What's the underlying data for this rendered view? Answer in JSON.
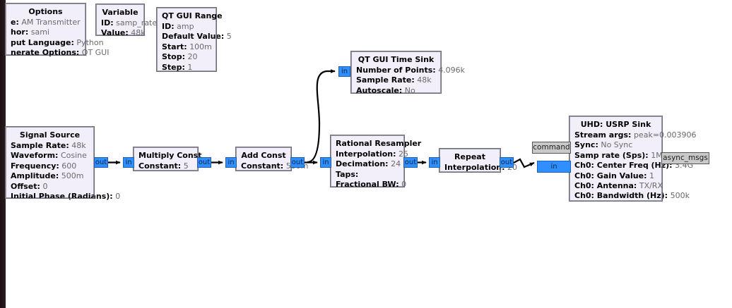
{
  "app": {
    "name": "GNU Radio Companion",
    "canvas_background": "#ffffff",
    "block_fill": "#f2effa",
    "port_color": "#2f8fff",
    "msg_port_color": "#c9c9c9",
    "value_text_color": "#6a6a6a"
  },
  "blocks": {
    "options": {
      "title": "Options",
      "params": [
        {
          "label": "e:",
          "value": "AM Transmitter"
        },
        {
          "label": "hor:",
          "value": "sami"
        },
        {
          "label": "put Language:",
          "value": "Python"
        },
        {
          "label": "nerate Options:",
          "value": "QT GUI"
        }
      ]
    },
    "variable": {
      "title": "Variable",
      "params": [
        {
          "label": "ID:",
          "value": "samp_rate"
        },
        {
          "label": "Value:",
          "value": "48k"
        }
      ]
    },
    "qt_gui_range": {
      "title": "QT GUI Range",
      "params": [
        {
          "label": "ID:",
          "value": "amp"
        },
        {
          "label": "Default Value:",
          "value": "5"
        },
        {
          "label": "Start:",
          "value": "100m"
        },
        {
          "label": "Stop:",
          "value": "20"
        },
        {
          "label": "Step:",
          "value": "1"
        }
      ]
    },
    "qt_gui_time_sink": {
      "title": "QT GUI Time Sink",
      "params": [
        {
          "label": "Number of Points:",
          "value": "4.096k"
        },
        {
          "label": "Sample Rate:",
          "value": "48k"
        },
        {
          "label": "Autoscale:",
          "value": "No"
        }
      ],
      "in_port": "in"
    },
    "signal_source": {
      "title": "Signal Source",
      "params": [
        {
          "label": "Sample Rate:",
          "value": "48k"
        },
        {
          "label": "Waveform:",
          "value": "Cosine"
        },
        {
          "label": "Frequency:",
          "value": "600"
        },
        {
          "label": "Amplitude:",
          "value": "500m"
        },
        {
          "label": "Offset:",
          "value": "0"
        },
        {
          "label": "Initial Phase (Radians):",
          "value": "0"
        }
      ],
      "out_port": "out"
    },
    "multiply_const": {
      "title": "Multiply Const",
      "params": [
        {
          "label": "Constant:",
          "value": "5"
        }
      ],
      "in_port": "in",
      "out_port": "out"
    },
    "add_const": {
      "title": "Add Const",
      "params": [
        {
          "label": "Constant:",
          "value": "500m"
        }
      ],
      "in_port": "in",
      "out_port": "out"
    },
    "rational_resampler": {
      "title": "Rational Resampler",
      "params": [
        {
          "label": "Interpolation:",
          "value": "25"
        },
        {
          "label": "Decimation:",
          "value": "24"
        },
        {
          "label": "Taps:",
          "value": ""
        },
        {
          "label": "Fractional BW:",
          "value": "0"
        }
      ],
      "in_port": "in",
      "out_port": "out"
    },
    "repeat": {
      "title": "Repeat",
      "params": [
        {
          "label": "Interpolation:",
          "value": "20"
        }
      ],
      "in_port": "in",
      "out_port": "out"
    },
    "usrp_sink": {
      "title": "UHD: USRP Sink",
      "params": [
        {
          "label": "Stream args:",
          "value": "peak=0.003906"
        },
        {
          "label": "Sync:",
          "value": "No Sync"
        },
        {
          "label": "Samp rate (Sps):",
          "value": "1M"
        },
        {
          "label": "Ch0: Center Freq (Hz):",
          "value": "3.4G"
        },
        {
          "label": "Ch0: Gain Value:",
          "value": "1"
        },
        {
          "label": "Ch0: Antenna:",
          "value": "TX/RX"
        },
        {
          "label": "Ch0: Bandwidth (Hz):",
          "value": "500k"
        }
      ],
      "in_port": "in",
      "command_port": "command",
      "async_port": "async_msgs"
    }
  }
}
